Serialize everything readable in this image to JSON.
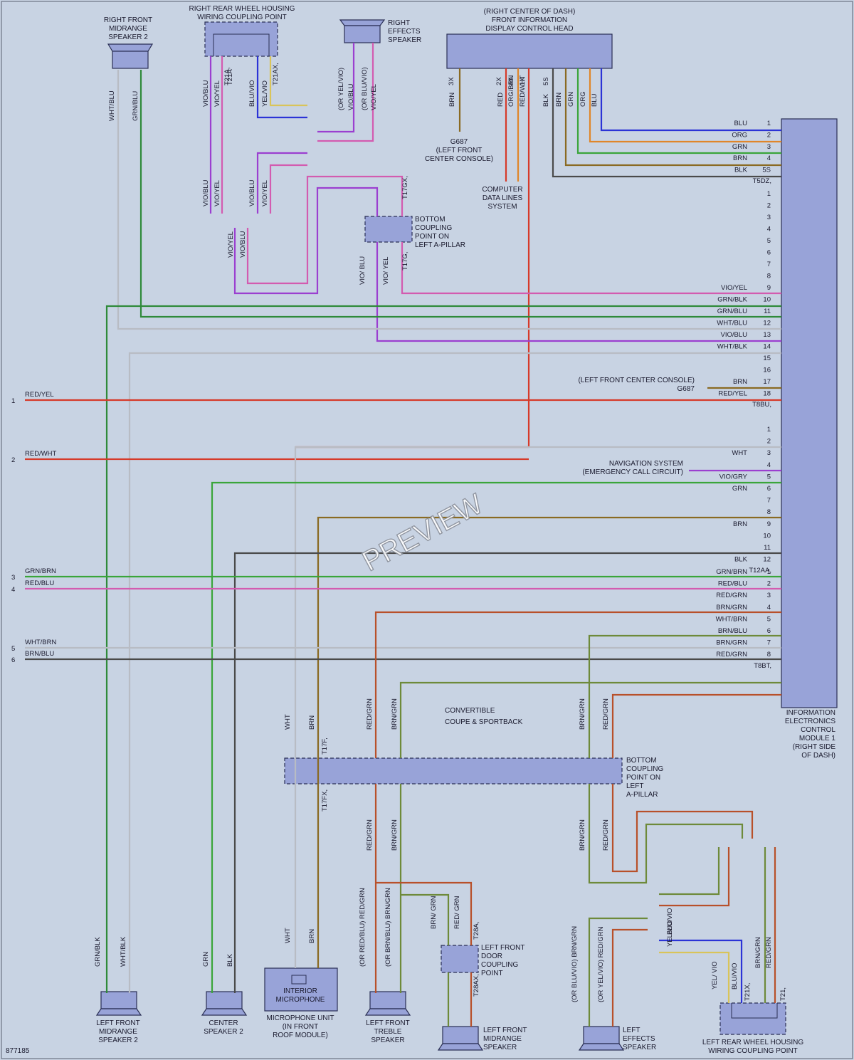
{
  "diagram_id": "877185",
  "watermark": "PREVIEW",
  "colors": {
    "background": "#c8d3e3",
    "module": "#98a3d8",
    "BLU": "#2b33d6",
    "ORG": "#e0862a",
    "GRN": "#3aa53a",
    "BRN": "#8a6a22",
    "BLK": "#4a4a4a",
    "RED": "#d63a2a",
    "VIO": "#9b3fd0",
    "YEL": "#d9c45a",
    "WHT": "#b8bcc4",
    "PINK": "#d35bb0",
    "GRNBLK": "#2f8a3a",
    "RED_GRN": "#b8502a"
  },
  "components": {
    "rf_mid": "RIGHT FRONT\nMIDRANGE\nSPEAKER 2",
    "rr_housing": "RIGHT REAR WHEEL HOUSING\nWIRING COUPLING POINT",
    "r_effects": "RIGHT\nEFFECTS\nSPEAKER",
    "display_head": "(RIGHT CENTER OF DASH)\nFRONT INFORMATION\nDISPLAY CONTROL HEAD",
    "g687_top": "G687\n(LEFT FRONT\nCENTER CONSOLE)",
    "data_lines": "COMPUTER\nDATA LINES\nSYSTEM",
    "bottom_cp_top": "BOTTOM\nCOUPLING\nPOINT ON\nLEFT A-PILLAR",
    "g687_right": "(LEFT FRONT CENTER CONSOLE)\nG687",
    "nav": "NAVIGATION SYSTEM\n(EMERGENCY CALL CIRCUIT)",
    "info_module": "INFORMATION\nELECTRONICS\nCONTROL\nMODULE 1\n(RIGHT SIDE\nOF DASH)",
    "legend_1": "CONVERTIBLE",
    "legend_2": "COUPE & SPORTBACK",
    "bottom_cp_bot": "BOTTOM\nCOUPLING\nPOINT ON\nLEFT\nA-PILLAR",
    "lf_door_cp": "LEFT FRONT\nDOOR\nCOUPLING\nPOINT",
    "lf_mid2": "LEFT FRONT\nMIDRANGE\nSPEAKER 2",
    "center_spk": "CENTER\nSPEAKER 2",
    "mic_unit": "MICROPHONE UNIT\n(IN FRONT\nROOF MODULE)",
    "mic_box": "INTERIOR\nMICROPHONE",
    "lf_treble": "LEFT FRONT\nTREBLE\nSPEAKER",
    "lf_midrange": "LEFT FRONT\nMIDRANGE\nSPEAKER",
    "l_effects": "LEFT\nEFFECTS\nSPEAKER",
    "lr_housing": "LEFT REAR WHEEL HOUSING\nWIRING COUPLING POINT"
  },
  "connectors": [
    "T5DZ",
    "T8BU",
    "T12AA",
    "T8BT",
    "T21A",
    "T21AX",
    "T17GX",
    "T17G",
    "T17F",
    "T17FX",
    "T28A",
    "T28AX",
    "T21",
    "T21X",
    "3X",
    "2X",
    "4X",
    "1X",
    "5S"
  ],
  "module_pins": {
    "T5DZ": [
      [
        "BLU",
        "1"
      ],
      [
        "ORG",
        "2"
      ],
      [
        "GRN",
        "3"
      ],
      [
        "BRN",
        "4"
      ],
      [
        "BLK",
        "5S"
      ]
    ],
    "T8BU": [
      [
        "",
        "1"
      ],
      [
        "",
        "2"
      ],
      [
        "",
        "3"
      ],
      [
        "",
        "4"
      ],
      [
        "",
        "5"
      ],
      [
        "",
        "6"
      ],
      [
        "",
        "7"
      ],
      [
        "",
        "8"
      ],
      [
        "VIO/YEL",
        "9"
      ],
      [
        "GRN/BLK",
        "10"
      ],
      [
        "GRN/BLU",
        "11"
      ],
      [
        "WHT/BLU",
        "12"
      ],
      [
        "VIO/BLU",
        "13"
      ],
      [
        "WHT/BLK",
        "14"
      ],
      [
        "",
        "15"
      ],
      [
        "",
        "16"
      ],
      [
        "BRN",
        "17"
      ],
      [
        "RED/YEL",
        "18"
      ]
    ],
    "T12AA": [
      [
        "",
        "1"
      ],
      [
        "",
        "2"
      ],
      [
        "WHT",
        "3"
      ],
      [
        "",
        "4"
      ],
      [
        "VIO/GRY",
        "5"
      ],
      [
        "GRN",
        "6"
      ],
      [
        "",
        "7"
      ],
      [
        "",
        "8"
      ],
      [
        "BRN",
        "9"
      ],
      [
        "",
        "10"
      ],
      [
        "",
        "11"
      ],
      [
        "BLK",
        "12"
      ]
    ],
    "T8BT": [
      [
        "GRN/BRN",
        "1"
      ],
      [
        "RED/BLU",
        "2"
      ],
      [
        "RED/GRN",
        "3"
      ],
      [
        "BRN/GRN",
        "4"
      ],
      [
        "WHT/BRN",
        "5"
      ],
      [
        "BRN/BLU",
        "6"
      ],
      [
        "BRN/GRN",
        "7"
      ],
      [
        "RED/GRN",
        "8"
      ]
    ]
  },
  "left_edge": [
    [
      "1",
      "RED/YEL"
    ],
    [
      "2",
      "RED/WHT"
    ],
    [
      "3",
      "GRN/BRN"
    ],
    [
      "4",
      "RED/BLU"
    ],
    [
      "5",
      "WHT/BRN"
    ],
    [
      "6",
      "BRN/BLU"
    ]
  ],
  "wire_labels": [
    "WHT/BLU",
    "GRN/BLU",
    "VIO/BLU",
    "VIO/YEL",
    "T21A",
    "BLU/VIO",
    "YEL/VIO",
    "(OR YEL/VIO)",
    "VIO/BLU",
    "(OR BLU/VIO)",
    "VIO/YEL",
    "BRN",
    "RED",
    "ORG/BRN",
    "RED/WHT",
    "BLK",
    "BRN",
    "GRN",
    "ORG",
    "BLU",
    "VIO/BLU",
    "VIO/YEL",
    "VIO/BLU",
    "VIO/YEL",
    "VIO/YEL",
    "VIO/BLU",
    "VIO/ BLU",
    "VIO/ YEL",
    "WHT",
    "BRN",
    "RED/GRN",
    "BRN/GRN",
    "BRN/GRN",
    "RED/GRN",
    "GRN/BLK",
    "WHT/BLK",
    "GRN",
    "BLK",
    "WHT",
    "BRN",
    "(OR RED/BLU) RED/GRN",
    "(OR BRN/BLU) BRN/GRN",
    "BRN/ GRN",
    "RED/ GRN",
    "(OR BLU/VIO) BRN/GRN",
    "(OR YEL/VIO) RED/GRN",
    "RED/GRN",
    "BRN/GRN",
    "BRN/GRN",
    "RED/GRN",
    "BLU/VIO",
    "YEL/VIO",
    "YEL/ VIO",
    "BLU/VIO",
    "BRN/GRN",
    "RED/GRN"
  ]
}
